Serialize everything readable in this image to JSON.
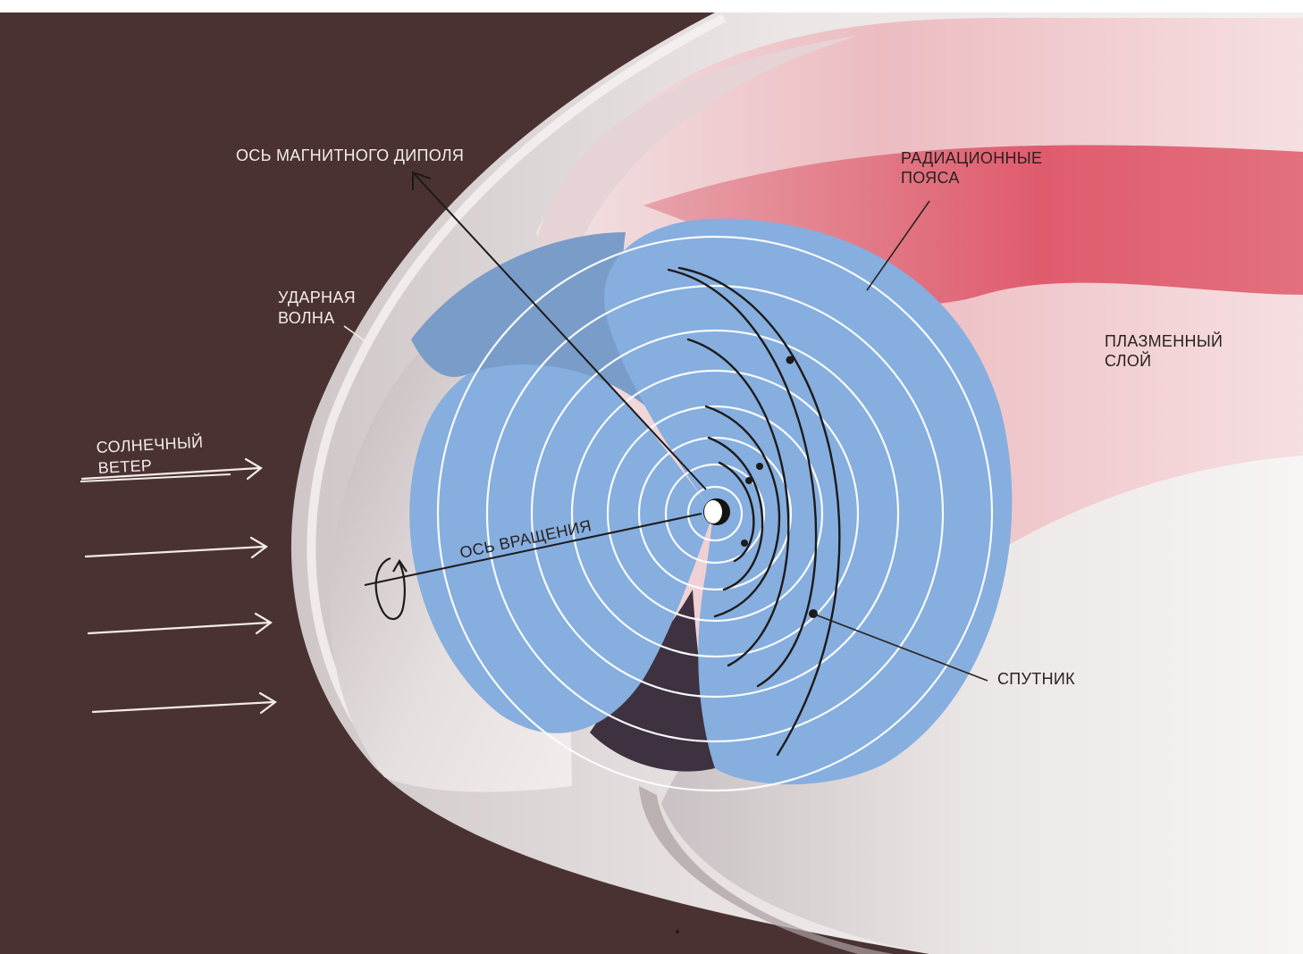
{
  "labels": {
    "dipole_axis": "ОСЬ МАГНИТНОГО ДИПОЛЯ",
    "radiation_belts_line1": "РАДИАЦИОННЫЕ",
    "radiation_belts_line2": "ПОЯСА",
    "shock_wave_line1": "УДАРНАЯ",
    "shock_wave_line2": "ВОЛНА",
    "plasma_sheet_line1": "ПЛАЗМЕННЫЙ",
    "plasma_sheet_line2": "СЛОЙ",
    "solar_wind_line1": "СОЛНЕЧНЫЙ",
    "solar_wind_line2": "ВЕТЕР",
    "rotation_axis": "ОСЬ ВРАЩЕНИЯ",
    "satellite": "СПУТНИК"
  },
  "colors": {
    "space": "#4a3232",
    "magnetosheath": "#d9d2d2",
    "magnetosphere_blue": "#86aede",
    "plasma_pink": "#e8a4ab",
    "radiation_red": "#e05a6a",
    "field_line_white": "#ffffff",
    "ink": "#1d1a1a"
  }
}
